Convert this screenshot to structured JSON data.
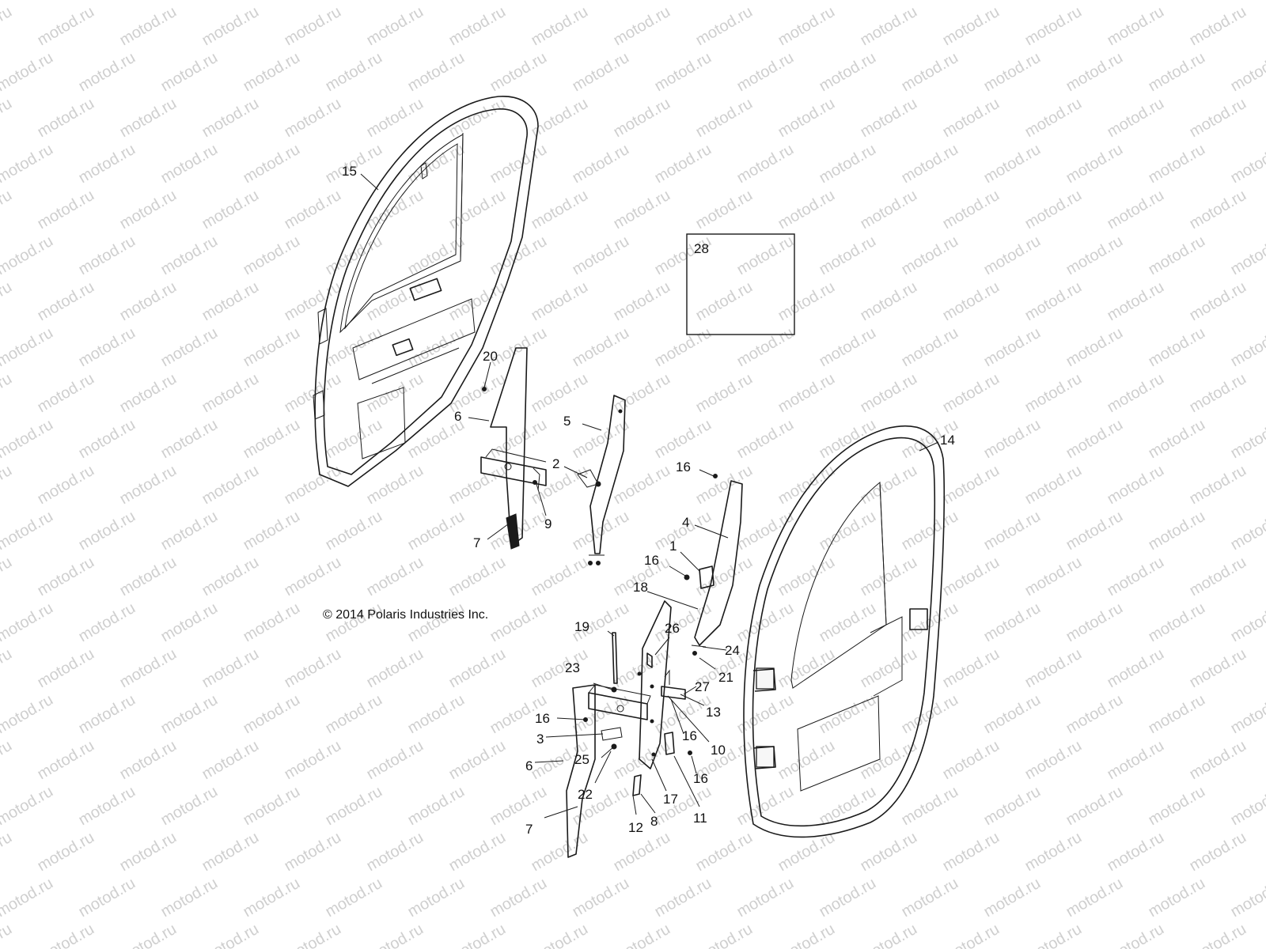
{
  "watermark": "motod.ru",
  "copyright": "© 2014 Polaris Industries Inc.",
  "kit_box_label": "28",
  "callouts": {
    "c15": "15",
    "c14": "14",
    "c20": "20",
    "c6a": "6",
    "c7a": "7",
    "c9": "9",
    "c5": "5",
    "c2": "2",
    "c16a": "16",
    "c4": "4",
    "c1": "1",
    "c16b": "16",
    "c18": "18",
    "c19": "19",
    "c26": "26",
    "c24": "24",
    "c21": "21",
    "c23": "23",
    "c27": "27",
    "c13": "13",
    "c16c": "16",
    "c3": "3",
    "c16d": "16",
    "c10": "10",
    "c6b": "6",
    "c25": "25",
    "c16e": "16",
    "c22": "22",
    "c17": "17",
    "c11": "11",
    "c7b": "7",
    "c12": "12",
    "c8": "8"
  }
}
